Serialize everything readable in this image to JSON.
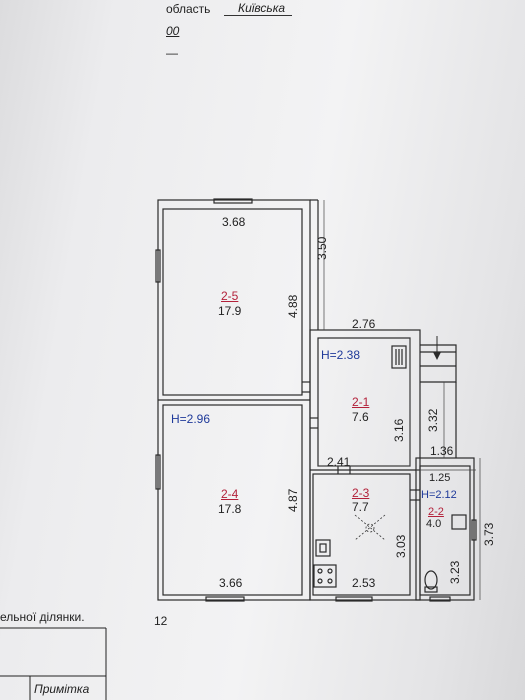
{
  "header": {
    "region_label": "область",
    "region_value": "Київська",
    "code": "00",
    "dash": "—"
  },
  "plan": {
    "rooms": [
      {
        "id": "2-5",
        "area": "17.9"
      },
      {
        "id": "2-4",
        "area": "17.8"
      },
      {
        "id": "2-1",
        "area": "7.6"
      },
      {
        "id": "2-3",
        "area": "7.7"
      },
      {
        "id": "2-2",
        "area": "4.0"
      }
    ],
    "heights": {
      "left": "H=2.96",
      "mid": "H=2.38",
      "right": "H=2.12"
    },
    "dimensions": {
      "top_width": "3.68",
      "left_top_vertical": "3.50",
      "room25_height": "4.88",
      "mid_top_width": "2.76",
      "room21_height": "3.16",
      "mid_right_height": "3.32",
      "right_top_width": "1.36",
      "room23_width_top": "2.41",
      "room22_width": "1.25",
      "room24_height": "4.87",
      "room23_height": "3.03",
      "room22_height": "3.23",
      "right_total_height": "3.73",
      "bottom_left_width": "3.66",
      "bottom_mid_width": "2.53"
    },
    "scale_mark": "12"
  },
  "footer": {
    "plot_text": "ельної ділянки.",
    "note_label": "Примітка"
  },
  "colors": {
    "line": "#2b2b2b",
    "room_id": "#b3213a",
    "height_blue": "#1f3a9a"
  }
}
